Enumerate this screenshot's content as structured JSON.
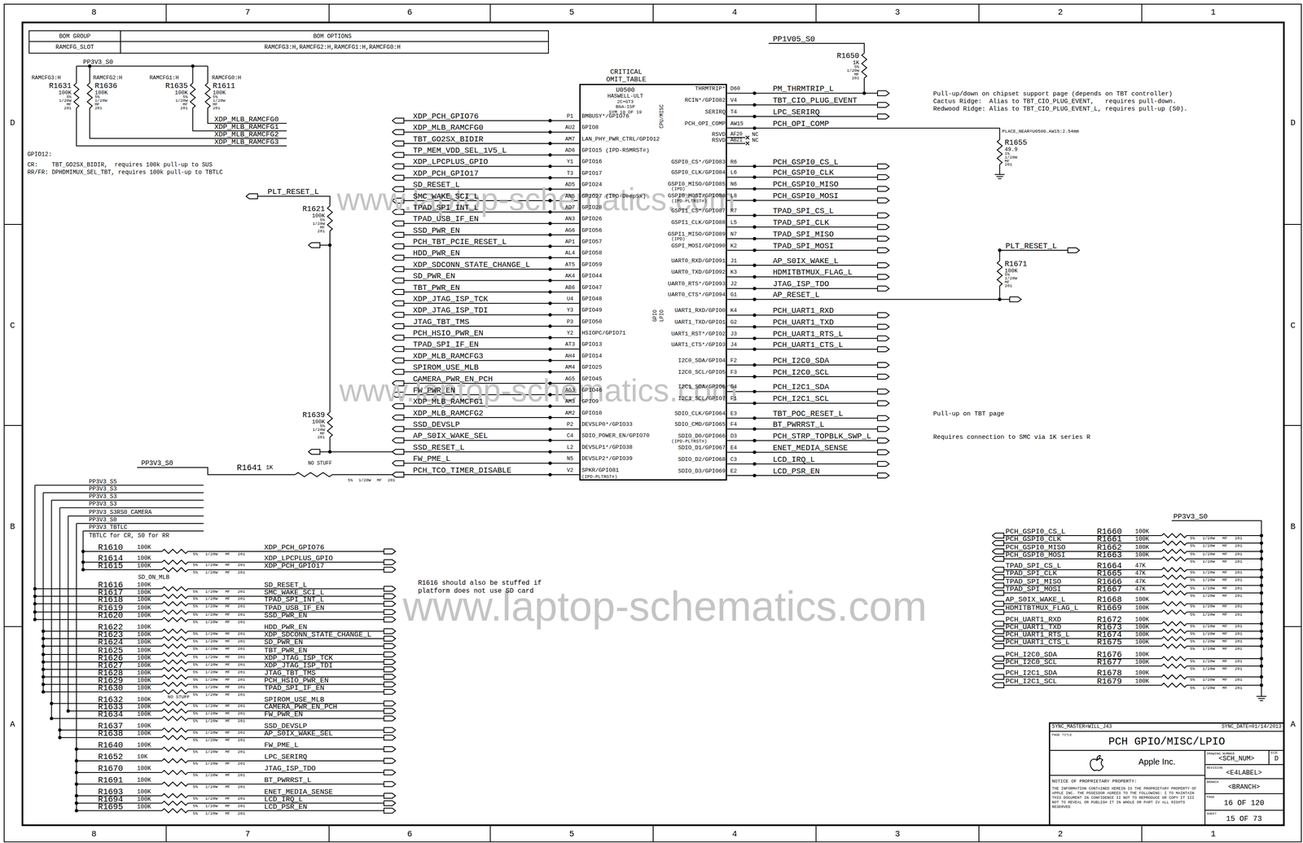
{
  "diagram": {
    "title": "PCH GPIO/MISC/LPIO",
    "nodes": [
      {
        "text": [
          "CRITICAL",
          "OMIT_TABLE",
          "U0500",
          "HASWELL-ULT",
          "2C+GT3",
          "BGA-ISP",
          "SYM 10 OF 19"
        ]
      }
    ],
    "labels": [
      "8",
      "7",
      "6",
      "5",
      "4",
      "3",
      "2",
      "1",
      "8",
      "7",
      "6",
      "5",
      "4",
      "3",
      "2",
      "1",
      "D",
      "C",
      "B",
      "A",
      "D",
      "C",
      "B",
      "A",
      "BOM GROUP",
      "BOM OPTIONS",
      "RAMCFG_SLOT",
      "RAMCFG3:H,RAMCFG2:H,RAMCFG1:H,RAMCFG0:H",
      "PP3V3_S0",
      "RAMCFG3:H",
      "RAMCFG2:H",
      "RAMCFG1:H",
      "RAMCFG0:H",
      "R1631",
      "100K",
      "5%",
      "1/20W",
      "MF",
      "201",
      "R1636",
      "100K",
      "5%",
      "1/20W",
      "MF",
      "201",
      "R1635",
      "100K",
      "5%",
      "1/20W",
      "MF",
      "201",
      "R1611",
      "100K",
      "5%",
      "1/20W",
      "MF",
      "201",
      "XDP_MLB_RAMCFG0",
      "XDP_MLB_RAMCFG1",
      "XDP_MLB_RAMCFG2",
      "XDP_MLB_RAMCFG3",
      "GPIO12:",
      "CR:    TBT_GO2SX_BIDIR,  requires 100k pull-up to SUS",
      "RR/FR: DPHDMIMUX_SEL_TBT, requires 100k pull-up to TBTLC",
      "XDP_PCH_GPIO76",
      "P1",
      "BMBUSY*/GPIO76",
      "XDP_MLB_RAMCFG0",
      "AU2",
      "GPIO8",
      "TBT_GO2SX_BIDIR",
      "AM7",
      "LAN_PHY_PWR_CTRL/GPIO12",
      "TP_MEM_VDD_SEL_1V5_L",
      "AD6",
      "GPIO15 (IPD-RSMRST#)",
      "XDP_LPCPLUS_GPIO",
      "Y1",
      "GPIO16",
      "XDP_PCH_GPIO17",
      "T3",
      "GPIO17",
      "SD_RESET_L",
      "AD5",
      "GPIO24",
      "SMC_WAKE_SCI_L",
      "AN5",
      "GPIO27 (IPD-DeepSx)",
      "TPAD_SPI_INT_L",
      "AD7",
      "GPIO28",
      "TPAD_USB_IF_EN",
      "AN3",
      "GPIO26",
      "SSD_PWR_EN",
      "AG6",
      "GPIO56",
      "PCH_TBT_PCIE_RESET_L",
      "AP1",
      "GPIO57",
      "HDD_PWR_EN",
      "AL4",
      "GPIO58",
      "XDP_SDCONN_STATE_CHANGE_L",
      "AT5",
      "GPIO59",
      "SD_PWR_EN",
      "AK4",
      "GPIO44",
      "TBT_PWR_EN",
      "AB6",
      "GPIO47",
      "XDP_JTAG_ISP_TCK",
      "U4",
      "GPIO48",
      "XDP_JTAG_ISP_TDI",
      "Y3",
      "GPIO49",
      "JTAG_TBT_TMS",
      "P3",
      "GPIO50",
      "PCH_HSIO_PWR_EN",
      "Y2",
      "HSIOPC/GPIO71",
      "TPAD_SPI_IF_EN",
      "AT3",
      "GPIO13",
      "XDP_MLB_RAMCFG3",
      "AH4",
      "GPIO14",
      "SPIROM_USE_MLB",
      "AM4",
      "GPIO25",
      "CAMERA_PWR_EN_PCH",
      "AG5",
      "GPIO45",
      "FW_PWR_EN",
      "AG3",
      "GPIO46",
      "XDP_MLB_RAMCFG1",
      "AM3",
      "GPIO9",
      "XDP_MLB_RAMCFG2",
      "AM2",
      "GPIO10",
      "SSD_DEVSLP",
      "P2",
      "DEVSLP0*/GPIO33",
      "AP_S0IX_WAKE_SEL",
      "C4",
      "SDIO_POWER_EN/GPIO70",
      "SSD_RESET_L",
      "L2",
      "DEVSLP1*/GPIO38",
      "FW_PME_L",
      "N5",
      "DEVSLP2*/GPIO39",
      "PCH_TCO_TIMER_DISABLE",
      "V2",
      "SPKR/GPIO81",
      "(IPD-PLTRST#)",
      "THRMTRIP*",
      "D60",
      "PM_THRMTRIP_L",
      "RCIN*/GPIO82",
      "V4",
      "TBT_CIO_PLUG_EVENT",
      "SERIRQ",
      "T4",
      "LPC_SERIRQ",
      "PCH_OPI_COMP",
      "AW15",
      "PCH_OPI_COMP",
      "RSVD",
      "AF20",
      "NC",
      "RSVD",
      "AB21",
      "NC",
      "GSPI0_CS*/GPIO83",
      "R6",
      "PCH_GSPI0_CS_L",
      "GSPI0_CLK/GPIO84",
      "L6",
      "PCH_GSPI0_CLK",
      "GSPI0_MISO/GPIO85",
      "N6",
      "PCH_GSPI0_MISO",
      "GSPI0_MOSI/GPIO86",
      "L8",
      "PCH_GSPI0_MOSI",
      "GSPI1_CS*/GPIO87",
      "R7",
      "TPAD_SPI_CS_L",
      "GSPI1_CLK/GPIO88",
      "L5",
      "TPAD_SPI_CLK",
      "GSPI1_MISO/GPIO89",
      "N7",
      "TPAD_SPI_MISO",
      "GSPI_MOSI/GPIO90",
      "K2",
      "TPAD_SPI_MOSI",
      "UART0_RXD/GPIO91",
      "J1",
      "AP_S0IX_WAKE_L",
      "UART0_TXD/GPIO92",
      "K3",
      "HDMITBTMUX_FLAG_L",
      "UART0_RTS*/GPIO93",
      "J2",
      "JTAG_ISP_TDO",
      "UART0_CTS*/GPIO94",
      "G1",
      "AP_RESET_L",
      "UART1_RXD/GPIO0",
      "K4",
      "PCH_UART1_RXD",
      "UART1_TXD/GPIO1",
      "G2",
      "PCH_UART1_TXD",
      "UART1_RST*/GPIO2",
      "J3",
      "PCH_UART1_RTS_L",
      "UART1_CTS*/GPIO3",
      "J4",
      "PCH_UART1_CTS_L",
      "I2C0_SDA/GPIO4",
      "F2",
      "PCH_I2C0_SDA",
      "I2C0_SCL/GPIO5",
      "F3",
      "PCH_I2C0_SCL",
      "I2C1_SDA/GPIO6",
      "G4",
      "PCH_I2C1_SDA",
      "I2C1_SCL/GPIO7",
      "F1",
      "PCH_I2C1_SCL",
      "SDIO_CLK/GPIO64",
      "E3",
      "TBT_POC_RESET_L",
      "SDIO_CMD/GPIO65",
      "F4",
      "BT_PWRRST_L",
      "SDIO_D0/GPIO66",
      "D3",
      "PCH_STRP_TOPBLK_SWP_L",
      "SDIO_D1/GPIO67",
      "E4",
      "ENET_MEDIA_SENSE",
      "SDIO_D2/GPIO68",
      "C3",
      "LCD_IRQ_L",
      "SDIO_D3/GPIO69",
      "E2",
      "LCD_PSR_EN",
      "(IPD)",
      "(IPD-PLTRST#)",
      "(IPD)",
      "(IPD-PLTRST#)",
      "CPU/MISC",
      "GPIO",
      "LPIO",
      "PLT_RESET_L",
      "R1621",
      "100K",
      "5%",
      "1/20W",
      "MF",
      "201",
      "R1639",
      "100K",
      "5%",
      "1/20W",
      "MF",
      "201",
      "PP3V3_S0",
      "R1641",
      "1K",
      "NO STUFF",
      "5% 1/20W MF 201",
      "PP3V3_S5",
      "PP3V3_S3",
      "PP3V3_S3",
      "PP3V3_S3",
      "PP3V3_S3RS0_CAMERA",
      "PP3V3_S0",
      "PP3V3_TBTLC",
      "TBTLC for CR, S0 for RR",
      "R1610",
      "100K",
      "5% 1/20W MF 201",
      "XDP_PCH_GPIO76",
      "R1614",
      "100K",
      "5% 1/20W MF 201",
      "XDP_LPCPLUS_GPIO",
      "R1615",
      "100K",
      "5% 1/20W MF 201",
      "XDP_PCH_GPIO17",
      "R1616",
      "100K",
      "5% 1/20W MF 201",
      "SD_RESET_L",
      "R1617",
      "100K",
      "5% 1/20W MF 201",
      "SMC_WAKE_SCI_L",
      "R1618",
      "100K",
      "5% 1/20W MF 201",
      "TPAD_SPI_INT_L",
      "R1619",
      "100K",
      "5% 1/20W MF 201",
      "TPAD_USB_IF_EN",
      "R1620",
      "100K",
      "5% 1/20W MF 201",
      "SSD_PWR_EN",
      "R1622",
      "100K",
      "5% 1/20W MF 201",
      "HDD_PWR_EN",
      "R1623",
      "100K",
      "5% 1/20W MF 201",
      "XDP_SDCONN_STATE_CHANGE_L",
      "R1624",
      "100K",
      "5% 1/20W MF 201",
      "SD_PWR_EN",
      "R1625",
      "100K",
      "5% 1/20W MF 201",
      "TBT_PWR_EN",
      "R1626",
      "100K",
      "5% 1/20W MF 201",
      "XDP_JTAG_ISP_TCK",
      "R1627",
      "100K",
      "5% 1/20W MF 201",
      "XDP_JTAG_ISP_TDI",
      "R1628",
      "100K",
      "5% 1/20W MF 201",
      "JTAG_TBT_TMS",
      "R1629",
      "100K",
      "5% 1/20W MF 201",
      "PCH_HSIO_PWR_EN",
      "R1630",
      "100K",
      "5% 1/20W MF 201",
      "TPAD_SPI_IF_EN",
      "R1632",
      "100K",
      "5% 1/20W MF 201",
      "SPIROM_USE_MLB",
      "R1633",
      "100K",
      "5% 1/20W MF 201",
      "CAMERA_PWR_EN_PCH",
      "R1634",
      "100K",
      "5% 1/20W MF 201",
      "FW_PWR_EN",
      "R1637",
      "100K",
      "5% 1/20W MF 201",
      "SSD_DEVSLP",
      "R1638",
      "100K",
      "5% 1/20W MF 201",
      "AP_S0IX_WAKE_SEL",
      "R1640",
      "100K",
      "5% 1/20W MF 201",
      "FW_PME_L",
      "R1652",
      "10K",
      "5% 1/20W MF 201",
      "LPC_SERIRQ",
      "R1670",
      "100K",
      "5% 1/20W MF 201",
      "JTAG_ISP_TDO",
      "R1691",
      "100K",
      "5% 1/20W MF 201",
      "BT_PWRRST_L",
      "R1693",
      "100K",
      "5% 1/20W MF 201",
      "ENET_MEDIA_SENSE",
      "R1694",
      "100K",
      "5% 1/20W MF 201",
      "LCD_IRQ_L",
      "R1695",
      "100K",
      "5% 1/20W MF 201",
      "LCD_PSR_EN",
      "SD_ON_MLB",
      "NO STUFF",
      "R1616 should also be stuffed if platform does not use SD card",
      "PP1V05_S0",
      "R1650",
      "1K",
      "5%",
      "1/20W",
      "MF",
      "201",
      "Pull-up/down on chipset support page (depends on TBT controller)",
      "Cactus Ridge:  Alias to TBT_CIO_PLUG_EVENT,   requires pull-down.",
      "Redwood Ridge: Alias to TBT_CIO_PLUG_EVENT_L, requires pull-up (S0).",
      "Pull-up on TBT page",
      "Requires connection to SMC via 1K series R",
      "PLACE_NEAR=U0500.AW15:2.54mm",
      "R1655",
      "49.9",
      "1%",
      "1/20W",
      "MF",
      "201",
      "PLT_RESET_L",
      "R1671",
      "100K",
      "5%",
      "1/20W",
      "MF",
      "201",
      "PP3V3_S0",
      "PCH_GSPI0_CS_L",
      "R1660",
      "100K",
      "5% 1/20W MF 201",
      "PCH_GSPI0_CLK",
      "R1661",
      "100K",
      "5% 1/20W MF 201",
      "PCH_GSPI0_MISO",
      "R1662",
      "100K",
      "5% 1/20W MF 201",
      "PCH_GSPI0_MOSI",
      "R1663",
      "100K",
      "5% 1/20W MF 201",
      "TPAD_SPI_CS_L",
      "R1664",
      "47K",
      "5% 1/20W MF 201",
      "TPAD_SPI_CLK",
      "R1665",
      "47K",
      "5% 1/20W MF 201",
      "TPAD_SPI_MISO",
      "R1666",
      "47K",
      "5% 1/20W MF 201",
      "TPAD_SPI_MOSI",
      "R1667",
      "47K",
      "5% 1/20W MF 201",
      "AP_S0IX_WAKE_L",
      "R1668",
      "100K",
      "5% 1/20W MF 201",
      "HDMITBTMUX_FLAG_L",
      "R1669",
      "100K",
      "5% 1/20W MF 201",
      "PCH_UART1_RXD",
      "R1672",
      "100K",
      "5% 1/20W MF 201",
      "PCH_UART1_TXD",
      "R1673",
      "100K",
      "5% 1/20W MF 201",
      "PCH_UART1_RTS_L",
      "R1674",
      "100K",
      "5% 1/20W MF 201",
      "PCH_UART1_CTS_L",
      "R1675",
      "100K",
      "5% 1/20W MF 201",
      "PCH_I2C0_SDA",
      "R1676",
      "100K",
      "5% 1/20W MF 201",
      "PCH_I2C0_SCL",
      "R1677",
      "100K",
      "5% 1/20W MF 201",
      "PCH_I2C1_SDA",
      "R1678",
      "100K",
      "5% 1/20W MF 201",
      "PCH_I2C1_SCL",
      "R1679",
      "100K",
      "5% 1/20W MF 201",
      "SYNC_MASTER=WILL_J43",
      "SYNC_DATE=01/14/2013",
      "PAGE TITLE",
      "DRAWING NUMBER",
      "<SCH_NUM>",
      "SIZE",
      "D",
      "Apple Inc.",
      "REVISION",
      "<E4LABEL>",
      "NOTICE OF PROPRIETARY PROPERTY:",
      "THE INFORMATION CONTAINED HEREIN IS THE PROPRIETARY PROPERTY OF APPLE INC. THE POSESSOR AGREES TO THE FOLLOWING: I TO MAINTAIN THIS DOCUMENT IN CONFIDENCE II NOT TO REPRODUCE OR COPY IT III NOT TO REVEAL OR PUBLISH IT IN WHOLE OR PART IV ALL RIGHTS RESERVED",
      "BRANCH",
      "<BRANCH>",
      "PAGE",
      "16 OF 120",
      "SHEET",
      "15 OF 73",
      "www.laptop-schematics.com",
      "www.laptop-schematics.com",
      "www.laptop-schematics.com"
    ]
  }
}
